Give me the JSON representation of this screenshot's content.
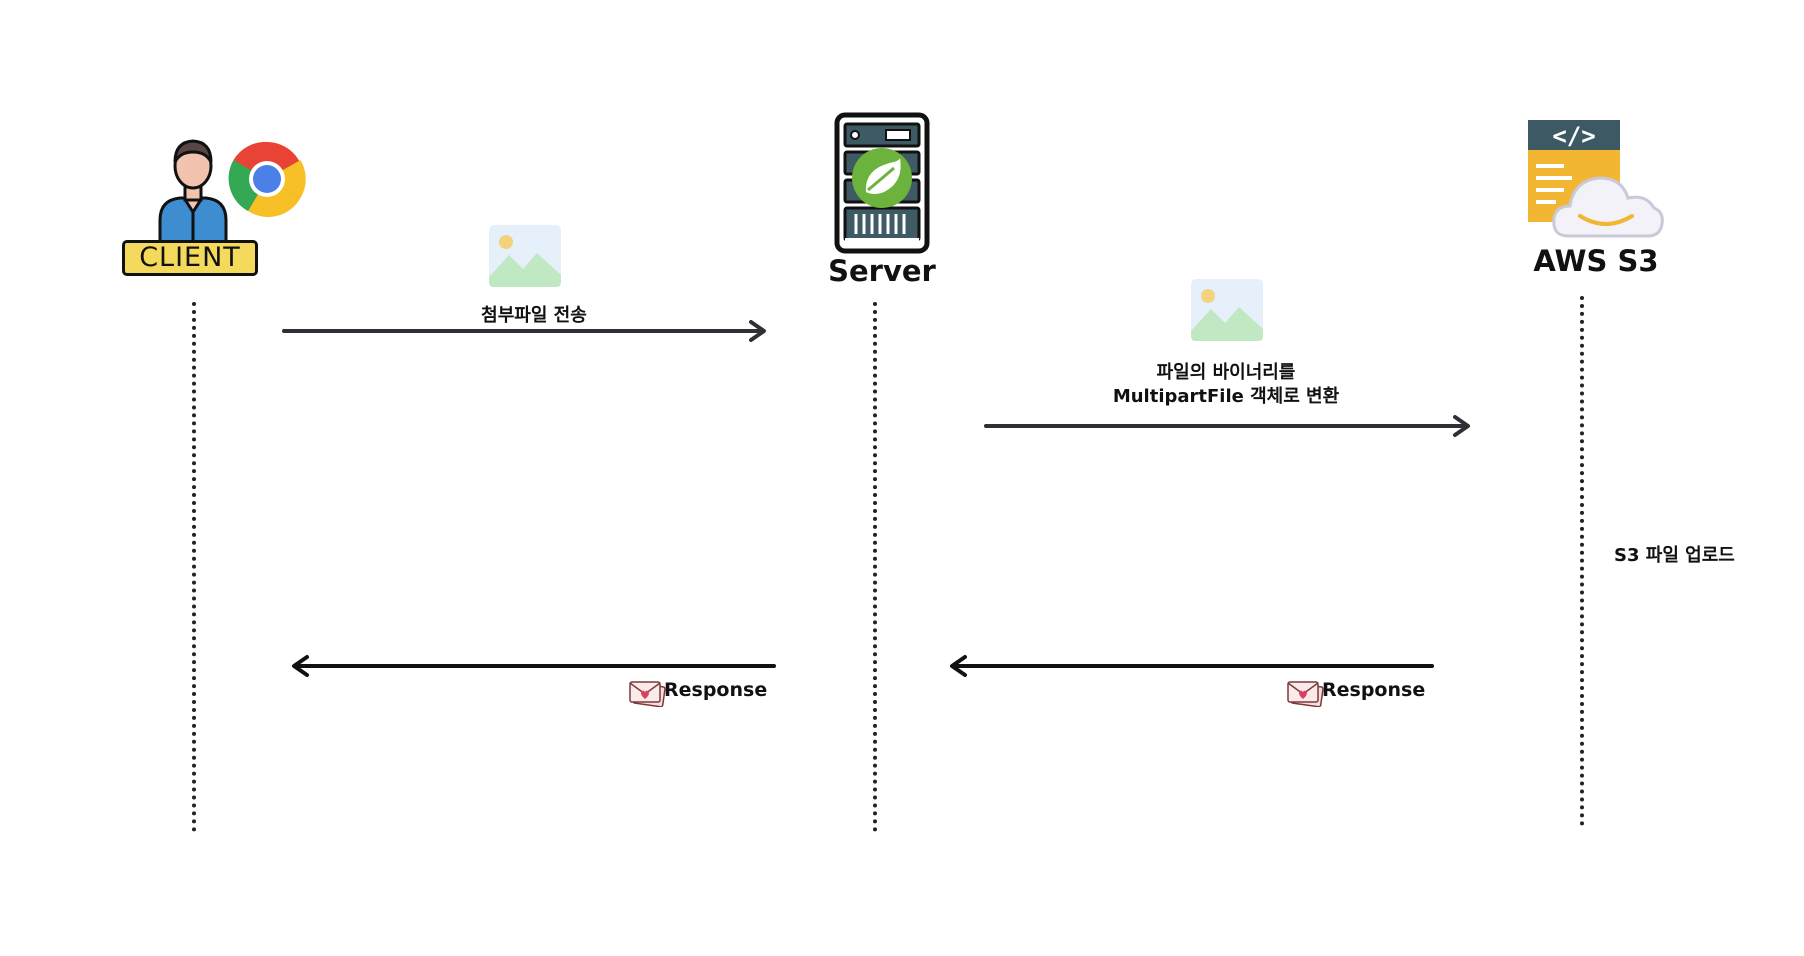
{
  "participants": {
    "client": {
      "label": "CLIENT"
    },
    "server": {
      "label": "Server"
    },
    "s3": {
      "label": "AWS S3"
    }
  },
  "messages": {
    "upload": {
      "label": "첨부파일 전송"
    },
    "convert": {
      "line1": "파일의 바이너리를",
      "line2": "MultipartFile 객체로 변환"
    },
    "s3_note": {
      "label": "S3 파일 업로드"
    },
    "response_server": {
      "label": "Response"
    },
    "response_s3": {
      "label": "Response"
    }
  },
  "icons": {
    "client": "user-icon",
    "browser": "chrome-icon",
    "server": "server-rack-icon",
    "spring": "spring-leaf-icon",
    "s3": "code-document-cloud-icon",
    "image": "image-placeholder-icon",
    "envelope": "envelope-heart-icon"
  },
  "colors": {
    "arrow": "#2f2f37",
    "client_badge": "#f3d95c",
    "spring_green": "#6cb33e",
    "s3_header": "#3d5a64",
    "s3_doc": "#f2b632",
    "image_bg": "#e6f0fb",
    "image_hill": "#bfe8c3",
    "image_sun": "#f2d27c"
  }
}
